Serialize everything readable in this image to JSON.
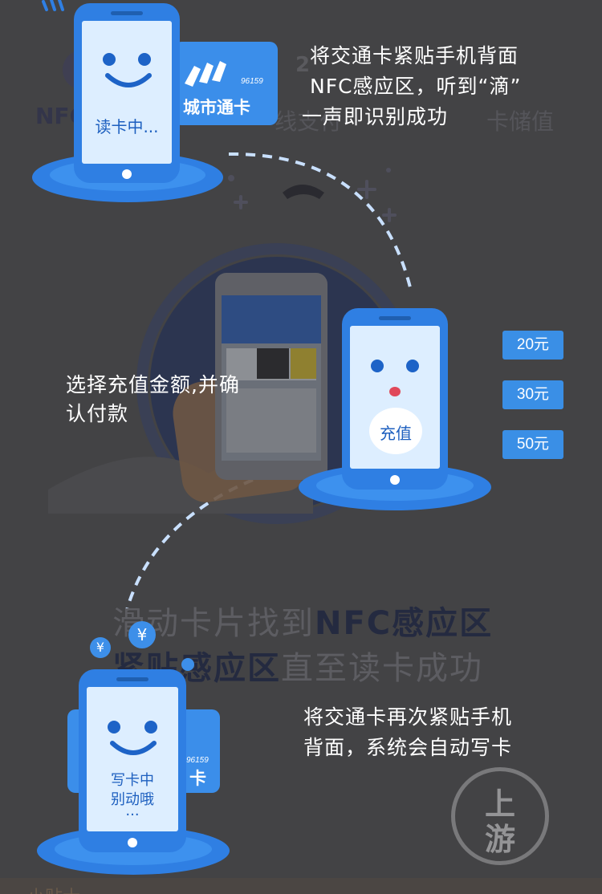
{
  "top_caption": {
    "line1": "将交通卡紧贴手机背面",
    "line2": "NFC感应区，听到“滴”",
    "line3": "一声即识别成功"
  },
  "background_text": {
    "nfc_prefix": "NFC",
    "online": "线支付",
    "step2": "2",
    "card_recharge": "卡储值"
  },
  "card": {
    "title": "城市通卡",
    "number": "96159"
  },
  "phone1": {
    "status": "读卡中..."
  },
  "phone2": {
    "button": "充值"
  },
  "amounts": [
    "20元",
    "30元",
    "50元"
  ],
  "middle_caption": {
    "line1": "选择充值金额,并确",
    "line2": "认付款"
  },
  "slide_text": {
    "line1_a": "滑动卡片找到",
    "line1_b": "NFC感应区",
    "line2_a": "紧贴感应区",
    "line2_b": "直至读卡成功"
  },
  "phone3": {
    "status_line1": "写卡中",
    "status_line2": "别动哦",
    "status_line3": "..."
  },
  "card2": {
    "number": "96159",
    "fragment": "卡"
  },
  "bottom_caption": {
    "line1": "将交通卡再次紧贴手机",
    "line2": "背面，系统会自动写卡"
  },
  "watermark": {
    "char1": "上",
    "char2": "游"
  },
  "coins": [
    "¥",
    "¥"
  ],
  "footer_fragment": "小贴士"
}
